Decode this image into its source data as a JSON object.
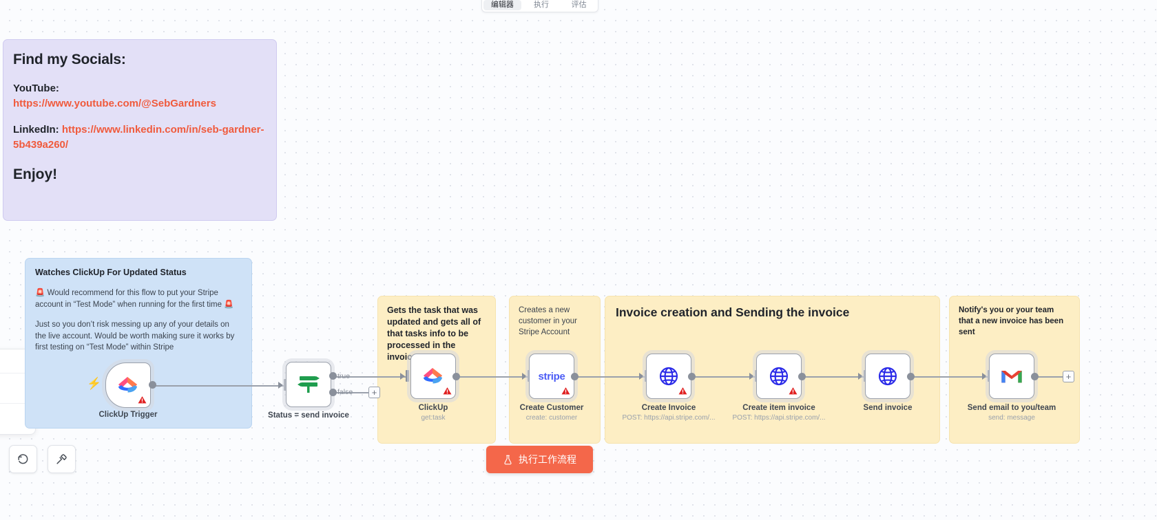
{
  "app": {
    "execute_label": "执行工作流程",
    "execute_icon": "flask-icon"
  },
  "topbar": {
    "tabs": [
      {
        "label": "编辑器",
        "active": true
      },
      {
        "label": "执行",
        "active": false
      },
      {
        "label": "评估",
        "active": false
      }
    ]
  },
  "notes": {
    "socials": {
      "title": "Find my Socials:",
      "youtube_label": "YouTube:",
      "youtube_url": "https://www.youtube.com/@SebGardners",
      "linkedin_label": "LinkedIn: ",
      "linkedin_url": "https://www.linkedin.com/in/seb-gardner-5b439a260/",
      "enjoy": "Enjoy!",
      "link_color": "#f05a3c",
      "bg_color": "#e3e0f7"
    },
    "clickup": {
      "title": "Watches ClickUp For Updated Status",
      "paragraph1": "🚨 Would recommend for this flow to put your Stripe account in “Test Mode” when running for the first time 🚨",
      "paragraph2": "Just so you don’t risk messing up any of your details on the live account. Would be worth making sure it works by first testing on “Test Mode” within Stripe",
      "bg_color": "#cfe2f7"
    },
    "gets_task": {
      "title": "Gets the task that was updated and gets all of that tasks info to be processed in the invoice",
      "bg_color": "#fdeec4"
    },
    "creates_customer": {
      "title": "Creates a new customer in your Stripe Account",
      "bg_color": "#fdeec4"
    },
    "invoice_group": {
      "title": "Invoice creation and Sending the invoice",
      "bg_color": "#fdeec4"
    },
    "notify": {
      "title": "Notify's you or your team that a new invoice has been sent",
      "bg_color": "#fdeec4"
    }
  },
  "nodes": [
    {
      "id": "clickup-trigger",
      "label": "ClickUp Trigger",
      "subtitle": "",
      "icon": "clickup-icon",
      "has_warning": true,
      "is_trigger": true
    },
    {
      "id": "if-status",
      "label": "Status = send invoice",
      "subtitle": "",
      "icon": "switch-icon",
      "has_warning": false,
      "is_trigger": false
    },
    {
      "id": "clickup-get-task",
      "label": "ClickUp",
      "subtitle": "get:task",
      "icon": "clickup-icon",
      "has_warning": true,
      "is_trigger": false
    },
    {
      "id": "create-customer",
      "label": "Create Customer",
      "subtitle": "create: customer",
      "icon": "stripe-icon",
      "has_warning": true,
      "is_trigger": false
    },
    {
      "id": "create-invoice",
      "label": "Create Invoice",
      "subtitle": "POST: https://api.stripe.com/...",
      "icon": "globe-icon",
      "has_warning": true,
      "is_trigger": false
    },
    {
      "id": "create-item-invoice",
      "label": "Create item invoice",
      "subtitle": "POST: https://api.stripe.com/...",
      "icon": "globe-icon",
      "has_warning": true,
      "is_trigger": false
    },
    {
      "id": "send-invoice",
      "label": "Send invoice",
      "subtitle": "",
      "icon": "globe-icon",
      "has_warning": false,
      "is_trigger": false
    },
    {
      "id": "send-email",
      "label": "Send email to you/team",
      "subtitle": "send: message",
      "icon": "gmail-icon",
      "has_warning": false,
      "is_trigger": false
    }
  ],
  "branches": {
    "true_label": "true",
    "false_label": "false"
  },
  "controls": {
    "undo_icon": "undo-icon",
    "tidy_icon": "tidy-up-icon",
    "add_icon": "plus-icon"
  }
}
